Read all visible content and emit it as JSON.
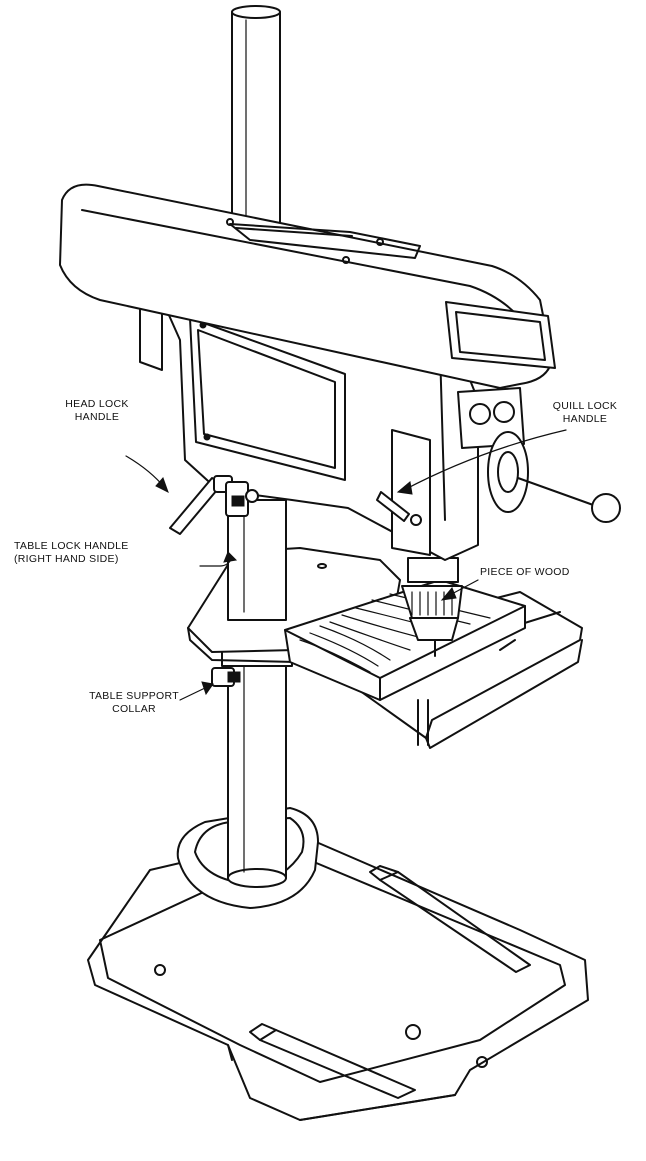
{
  "labels": {
    "head_lock": [
      "HEAD LOCK",
      "HANDLE"
    ],
    "table_lock": [
      "TABLE LOCK HANDLE",
      "(RIGHT HAND SIDE)"
    ],
    "quill_lock": [
      "QUILL LOCK",
      "HANDLE"
    ],
    "piece_of_wood": "PIECE OF WOOD",
    "table_support_collar": [
      "TABLE SUPPORT",
      "COLLAR"
    ]
  },
  "colors": {
    "ink": "#111111",
    "paper": "#ffffff"
  }
}
